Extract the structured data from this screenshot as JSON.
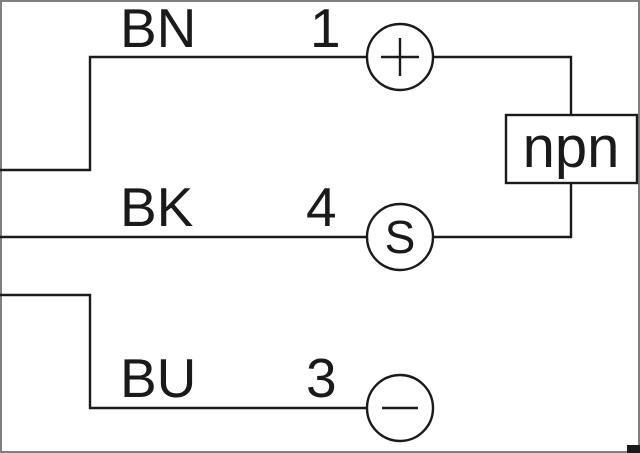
{
  "diagram": {
    "wires": [
      {
        "label": "BN",
        "pin": "1",
        "terminal_symbol": "+"
      },
      {
        "label": "BK",
        "pin": "4",
        "terminal_symbol": "S"
      },
      {
        "label": "BU",
        "pin": "3",
        "terminal_symbol": "−"
      }
    ],
    "output_box_label": "npn",
    "colors": {
      "line": "#1a1a1a",
      "background": "#ffffff",
      "border": "#808080"
    }
  }
}
